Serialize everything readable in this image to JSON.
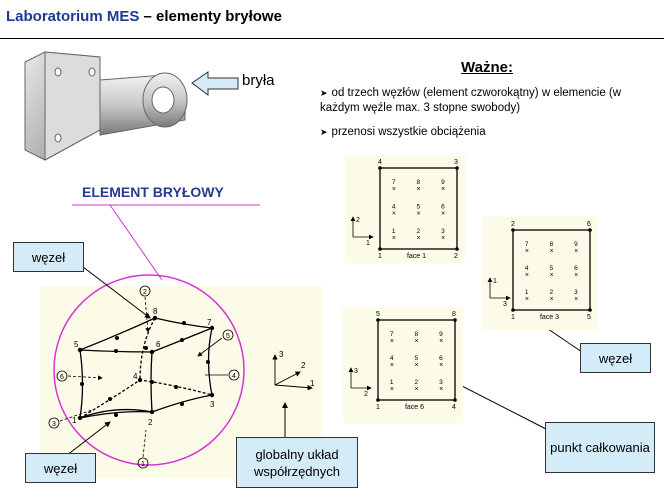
{
  "header": {
    "title_part1": "Laboratorium MES",
    "title_part2": "– elementy bryłowe"
  },
  "solid": {
    "label": "bryła"
  },
  "important": {
    "heading": "Ważne:",
    "bullets": [
      "od trzech węzłów (element czworokątny) w elemencie (w każdym węźle max. 3 stopne swobody)",
      "przenosi wszystkie obciążenia"
    ]
  },
  "element_heading": "ELEMENT BRYŁOWY",
  "callouts": {
    "node_top_left": "węzeł",
    "node_bottom_left": "węzeł",
    "node_right": "węzeł",
    "global_system": "globalny układ współrzędnych",
    "integration_point": "punkt całkowania"
  },
  "faces": [
    {
      "label": "face 1",
      "corners": [
        "4",
        "3",
        "1",
        "2"
      ],
      "grid": [
        [
          "7",
          "8",
          "9"
        ],
        [
          "4",
          "5",
          "6"
        ],
        [
          "1",
          "2",
          "3"
        ]
      ],
      "axes": [
        "2",
        "1"
      ]
    },
    {
      "label": "face 3",
      "corners": [
        "2",
        "6",
        "1",
        "5"
      ],
      "grid": [
        [
          "7",
          "8",
          "9"
        ],
        [
          "4",
          "5",
          "6"
        ],
        [
          "1",
          "2",
          "3"
        ]
      ],
      "axes": [
        "1",
        "3"
      ]
    },
    {
      "label": "face 6",
      "corners": [
        "5",
        "8",
        "1",
        "4"
      ],
      "grid": [
        [
          "7",
          "8",
          "9"
        ],
        [
          "4",
          "5",
          "6"
        ],
        [
          "1",
          "2",
          "3"
        ]
      ],
      "axes": [
        "3",
        "2"
      ]
    }
  ],
  "element3d": {
    "node_labels": [
      "1",
      "2",
      "3",
      "4",
      "5",
      "6",
      "7",
      "8"
    ],
    "face_labels": [
      "1",
      "2",
      "3",
      "4",
      "5",
      "6"
    ]
  },
  "global_axes": [
    "1",
    "2",
    "3"
  ]
}
